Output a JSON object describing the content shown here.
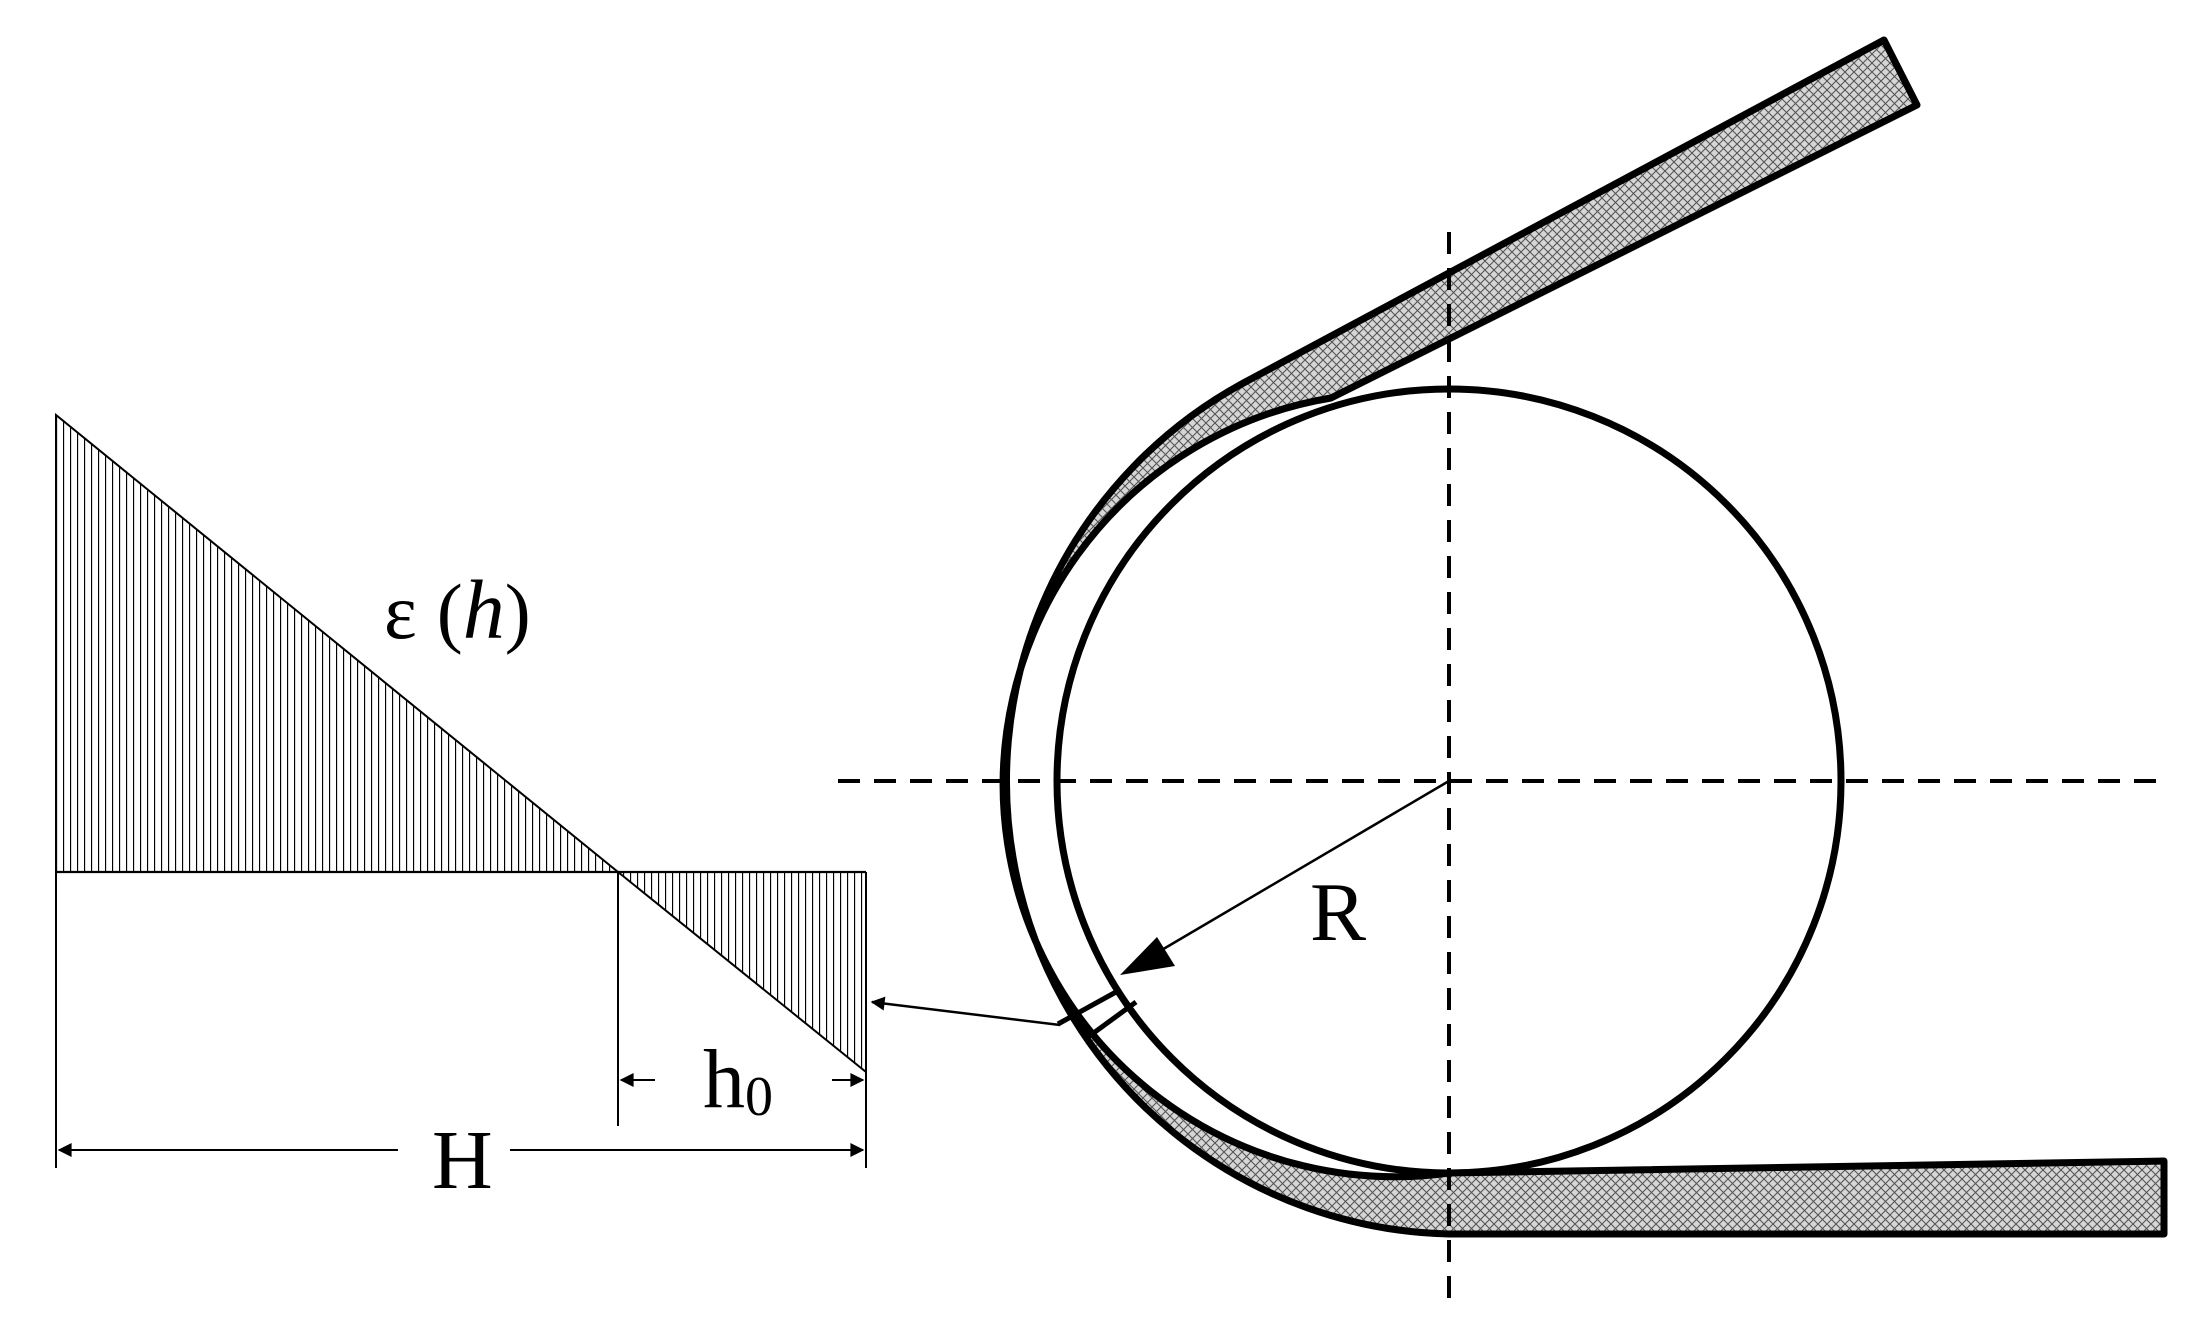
{
  "labels": {
    "strain_symbol": "ε",
    "strain_open": "(",
    "strain_var": "h",
    "strain_close": ")",
    "radius": "R",
    "offset_main": "h",
    "offset_sub": "0",
    "thickness": "H"
  },
  "colors": {
    "stroke": "#000000",
    "strip_fill": "#c8c8c8",
    "background": "#ffffff"
  }
}
